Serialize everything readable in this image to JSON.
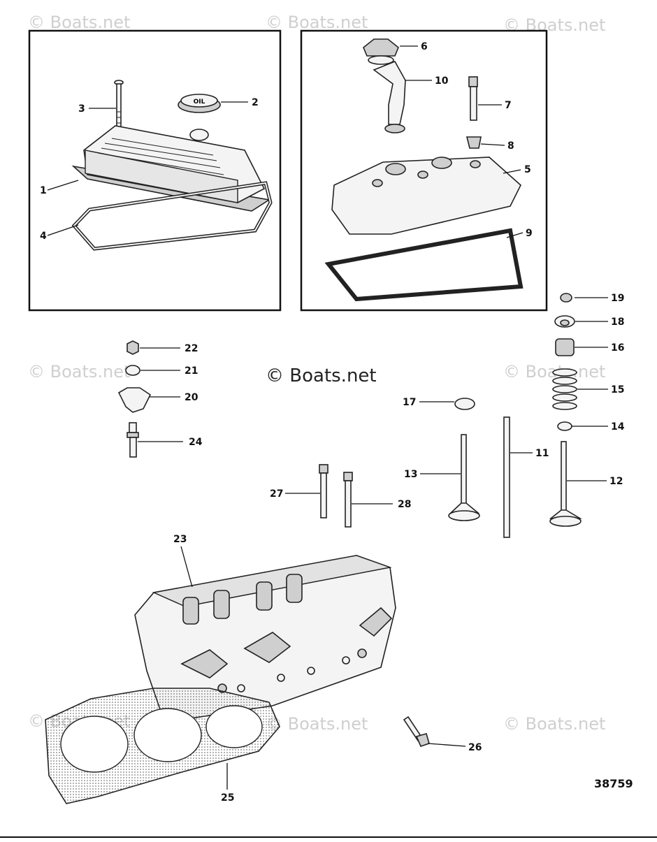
{
  "watermark": "© Boats.net",
  "center_watermark": "© Boats.net",
  "figure_number": "38759",
  "callouts": {
    "c1": "1",
    "c2": "2",
    "c3": "3",
    "c4": "4",
    "c5": "5",
    "c6": "6",
    "c7": "7",
    "c8": "8",
    "c9": "9",
    "c10": "10",
    "c11": "11",
    "c12": "12",
    "c13": "13",
    "c14": "14",
    "c15": "15",
    "c16": "16",
    "c17": "17",
    "c18": "18",
    "c19": "19",
    "c20": "20",
    "c21": "21",
    "c22": "22",
    "c23": "23",
    "c24": "24",
    "c25": "25",
    "c26": "26",
    "c27": "27",
    "c28": "28"
  },
  "oil_cap_text": "OIL"
}
